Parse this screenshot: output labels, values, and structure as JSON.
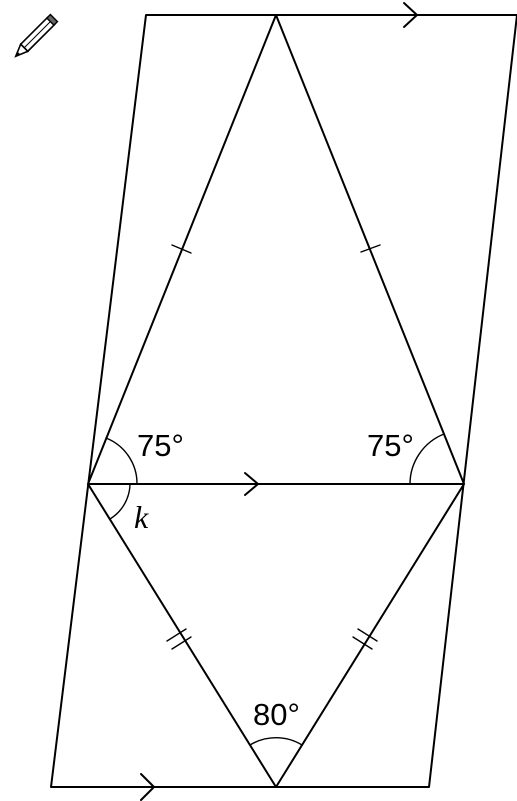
{
  "diagram": {
    "angles": {
      "upper_left": "75°",
      "upper_right": "75°",
      "bottom_apex": "80°",
      "unknown": "k"
    },
    "icon": "pencil-icon"
  }
}
